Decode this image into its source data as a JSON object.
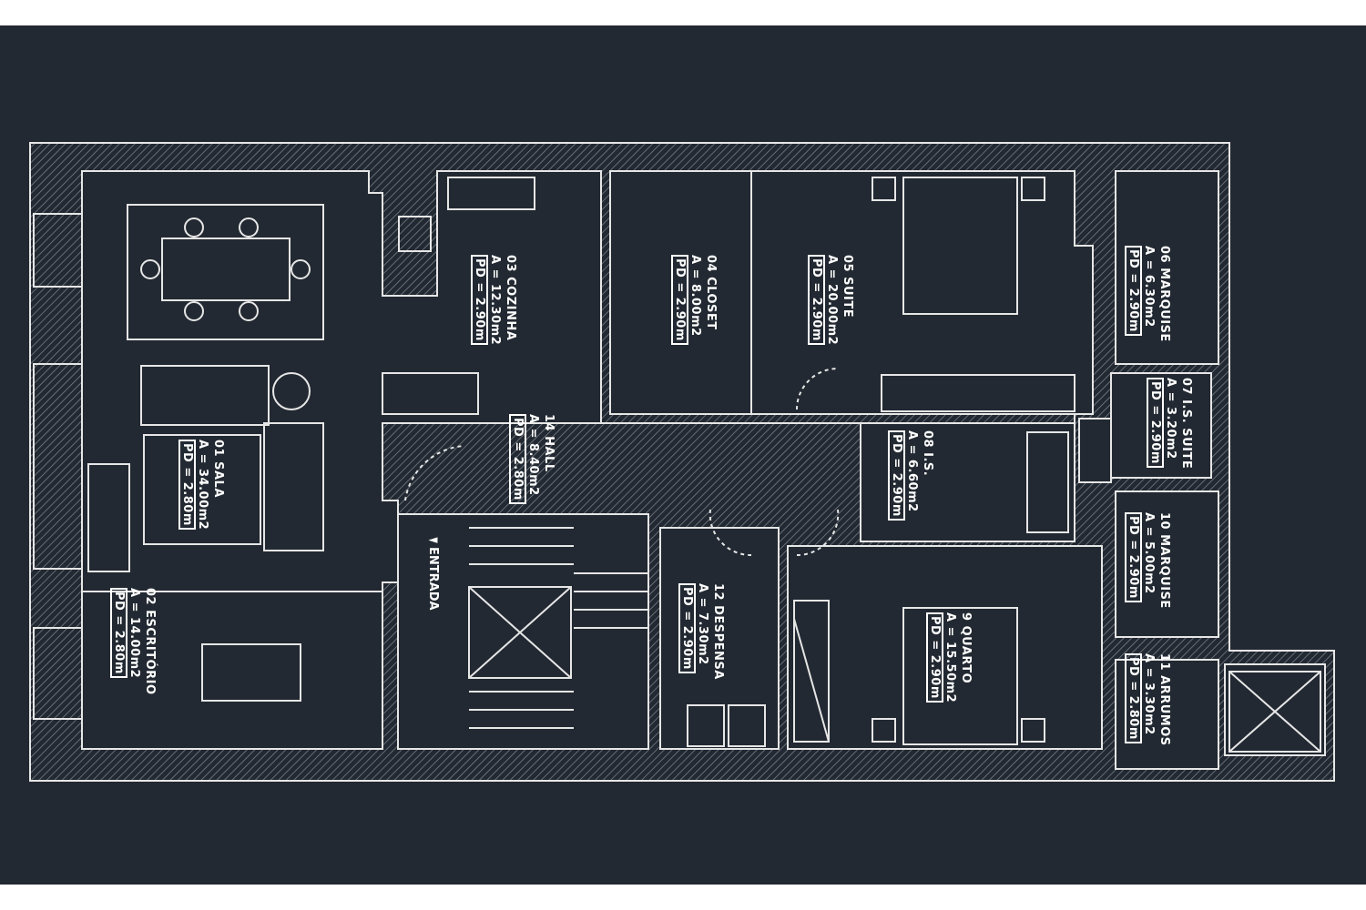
{
  "rooms": [
    {
      "id": "sala",
      "name": "01 SALA",
      "area": "A = 34.00m2",
      "pd": "PD = 2.80m"
    },
    {
      "id": "escritorio",
      "name": "02 ESCRITÓRIO",
      "area": "A = 14.00m2",
      "pd": "PD = 2.80m"
    },
    {
      "id": "cozinha",
      "name": "03 COZINHA",
      "area": "A = 12.30m2",
      "pd": "PD = 2.90m"
    },
    {
      "id": "closet",
      "name": "04 CLOSET",
      "area": "A = 8.00m2",
      "pd": "PD = 2.90m"
    },
    {
      "id": "suite",
      "name": "05 SUITE",
      "area": "A = 20.00m2",
      "pd": "PD = 2.90m"
    },
    {
      "id": "marquise06",
      "name": "06 MARQUISE",
      "area": "A = 6.30m2",
      "pd": "PD = 2.90m"
    },
    {
      "id": "is-suite",
      "name": "07 I.S. SUITE",
      "area": "A = 3.20m2",
      "pd": "PD = 2.90m"
    },
    {
      "id": "is08",
      "name": "08 I.S.",
      "area": "A = 6.60m2",
      "pd": "PD = 2.90m"
    },
    {
      "id": "quarto",
      "name": "9 QUARTO",
      "area": "A = 15.50m2",
      "pd": "PD = 2.90m"
    },
    {
      "id": "marquise10",
      "name": "10 MARQUISE",
      "area": "A = 5.00m2",
      "pd": "PD = 2.90m"
    },
    {
      "id": "arrumos",
      "name": "11 ARRUMOS",
      "area": "A = 3.30m2",
      "pd": "PD = 2.80m"
    },
    {
      "id": "despensa",
      "name": "12 DESPENSA",
      "area": "A = 7.30m2",
      "pd": "PD = 2.90m"
    },
    {
      "id": "hall",
      "name": "14 HALL",
      "area": "A = 8.40m2",
      "pd": "PD = 2.80m"
    }
  ],
  "entrance_label": "◄ENTRADA",
  "colors": {
    "background": "#222932",
    "lines": "#e8e8e8",
    "hatch": "#8a8f96"
  }
}
